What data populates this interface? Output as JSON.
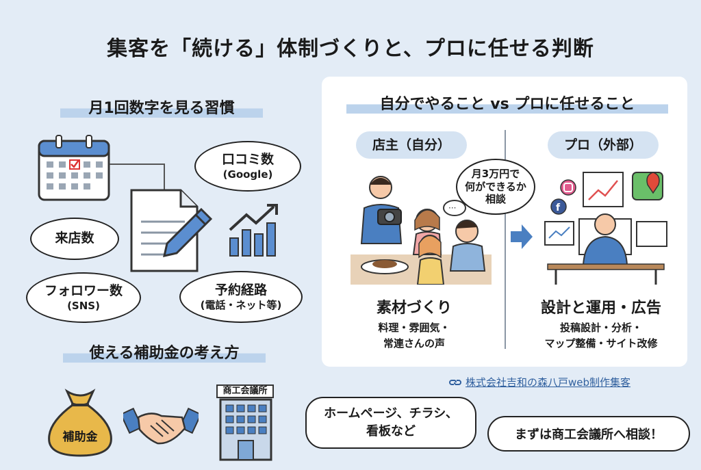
{
  "title": "集客を「続ける」体制づくりと、プロに任せる判断",
  "left": {
    "heading": "月1回数字を見る習慣",
    "bubbles": {
      "reviews": "口コミ数",
      "reviews_sub": "(Google)",
      "visitors": "来店数",
      "followers": "フォロワー数",
      "followers_sub": "(SNS)",
      "booking": "予約経路",
      "booking_sub": "(電話・ネット等)"
    }
  },
  "subsidy": {
    "heading": "使える補助金の考え方",
    "bag_label": "補助金",
    "building_sign": "商工会議所",
    "uses_line1": "ホームページ、チラシ、",
    "uses_line2": "看板など",
    "consult": "まずは商工会議所へ相談！"
  },
  "right": {
    "heading": "自分でやること vs プロに任せること",
    "owner_pill": "店主（自分）",
    "pro_pill": "プロ（外部）",
    "speech_line1": "月3万円で",
    "speech_line2": "何ができるか",
    "speech_line3": "相談",
    "owner_title": "素材づくり",
    "owner_line1": "料理・雰囲気・",
    "owner_line2": "常連さんの声",
    "pro_title": "設計と運用・広告",
    "pro_line1": "投稿設計・分析・",
    "pro_line2": "マップ整備・サイト改修"
  },
  "credit": "株式会社吉和の森八戸web制作集客",
  "icons": [
    "calendar-icon",
    "document-icon",
    "pen-icon",
    "growth-chart-icon",
    "money-bag-icon",
    "handshake-icon",
    "building-icon",
    "link-icon",
    "camera-icon",
    "instagram-icon",
    "facebook-icon",
    "maps-icon",
    "arrow-right-icon"
  ],
  "colors": {
    "background": "#e3ecf6",
    "accent": "#4a7fc1",
    "highlight": "#bcd3ec",
    "bag": "#e8b84a"
  }
}
